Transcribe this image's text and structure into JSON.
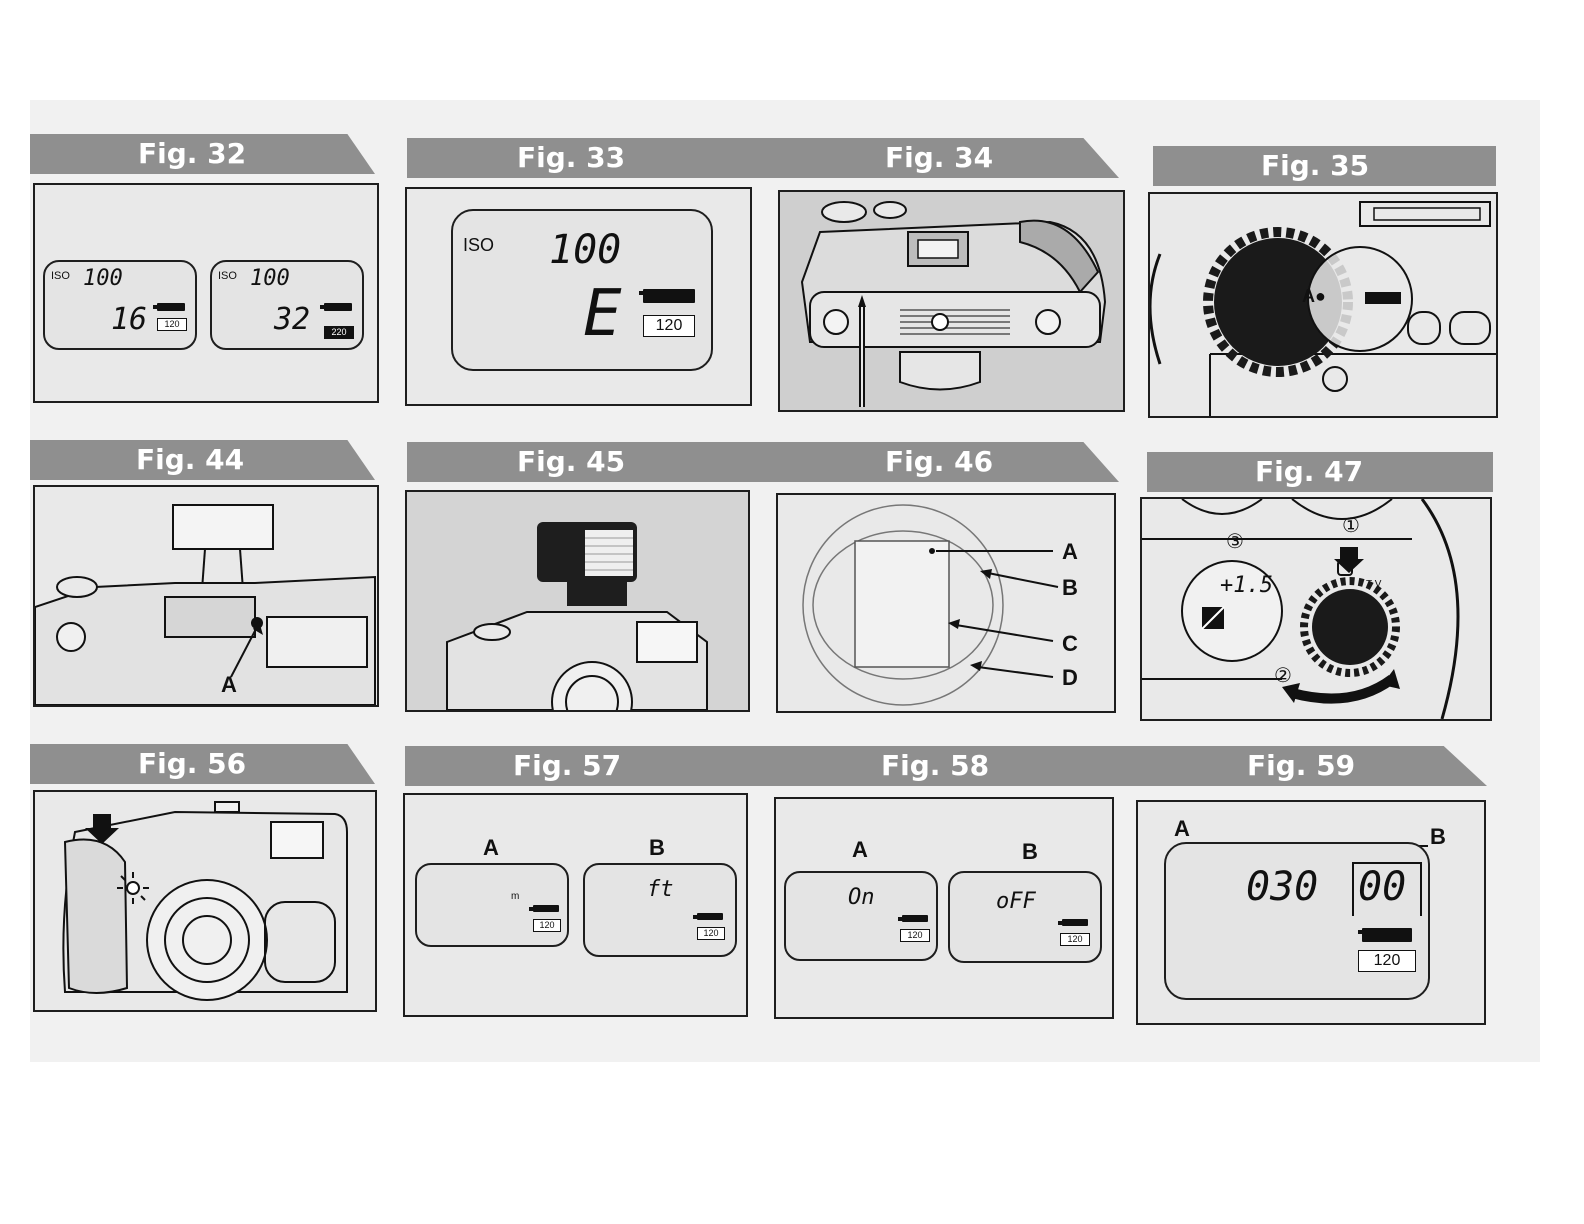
{
  "figures": {
    "f32": {
      "title": "Fig. 32",
      "lcd_a": {
        "iso": "ISO",
        "speed": "100",
        "count": "16",
        "film": "120"
      },
      "lcd_b": {
        "iso": "ISO",
        "speed": "100",
        "count": "32",
        "film": "220"
      }
    },
    "f33": {
      "title": "Fig. 33",
      "iso": "ISO",
      "speed": "100",
      "count": "E",
      "film": "120"
    },
    "f34": {
      "title": "Fig. 34"
    },
    "f35": {
      "title": "Fig. 35",
      "mark": "A●"
    },
    "f44": {
      "title": "Fig. 44",
      "label_a": "A"
    },
    "f45": {
      "title": "Fig. 45"
    },
    "f46": {
      "title": "Fig. 46",
      "labels": [
        "A",
        "B",
        "C",
        "D"
      ]
    },
    "f47": {
      "title": "Fig. 47",
      "comp": "+1.5",
      "step1": "①",
      "step2": "②",
      "step3": "③",
      "tv": "T V"
    },
    "f56": {
      "title": "Fig. 56"
    },
    "f57": {
      "title": "Fig. 57",
      "label_a": "A",
      "label_b": "B",
      "unit_a": "m",
      "unit_b": "ft",
      "film_a": "120",
      "film_b": "120"
    },
    "f58": {
      "title": "Fig. 58",
      "label_a": "A",
      "label_b": "B",
      "state_a": "On",
      "state_b": "oFF",
      "film_a": "120",
      "film_b": "120"
    },
    "f59": {
      "title": "Fig. 59",
      "label_a": "A",
      "label_b": "B",
      "main": "030",
      "boxed": "00",
      "film": "120"
    }
  }
}
